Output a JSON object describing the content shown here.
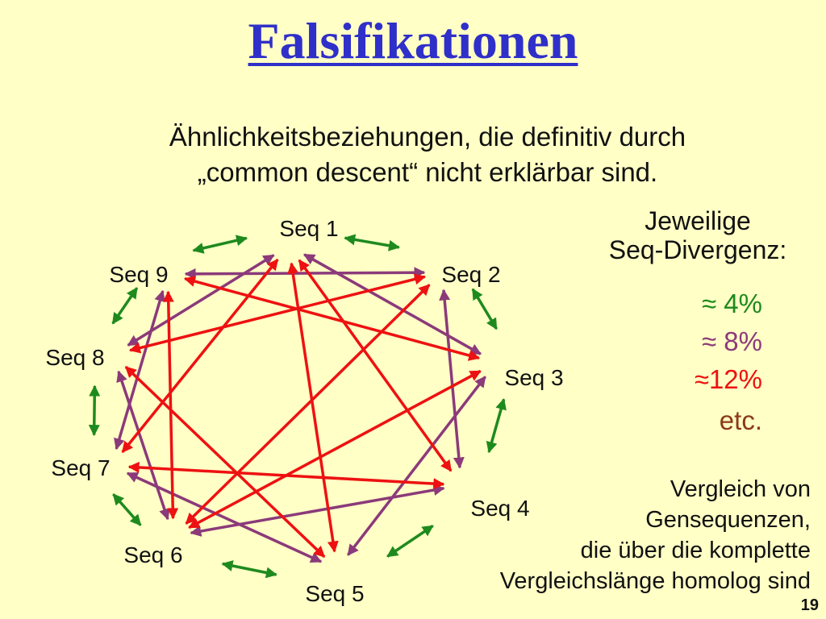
{
  "title": "Falsifikationen",
  "subtitle": {
    "line1": "Ähnlichkeitsbeziehungen, die definitiv durch",
    "line2": "„common descent“ nicht erklärbar sind."
  },
  "diagram": {
    "nodes": [
      "Seq 1",
      "Seq 2",
      "Seq 3",
      "Seq 4",
      "Seq 5",
      "Seq 6",
      "Seq 7",
      "Seq 8",
      "Seq 9"
    ],
    "connections": {
      "green_step1": [
        [
          1,
          2
        ],
        [
          2,
          3
        ],
        [
          3,
          4
        ],
        [
          4,
          5
        ],
        [
          5,
          6
        ],
        [
          6,
          7
        ],
        [
          7,
          8
        ],
        [
          8,
          9
        ],
        [
          9,
          1
        ]
      ],
      "purple_step2": [
        [
          1,
          3
        ],
        [
          2,
          4
        ],
        [
          3,
          5
        ],
        [
          4,
          6
        ],
        [
          5,
          7
        ],
        [
          6,
          8
        ],
        [
          7,
          9
        ],
        [
          8,
          1
        ],
        [
          9,
          2
        ]
      ],
      "red_step3_4": [
        [
          1,
          4
        ],
        [
          1,
          5
        ],
        [
          1,
          7
        ],
        [
          2,
          6
        ],
        [
          2,
          8
        ],
        [
          3,
          6
        ],
        [
          3,
          9
        ],
        [
          4,
          7
        ],
        [
          5,
          8
        ],
        [
          6,
          9
        ]
      ]
    }
  },
  "legend": {
    "heading_line1": "Jeweilige",
    "heading_line2": "Seq-Divergenz:",
    "items": [
      {
        "label": "≈  4%",
        "color": "#1e8a1e"
      },
      {
        "label": "≈  8%",
        "color": "#8b3a7a"
      },
      {
        "label": "≈12%",
        "color": "#ee1111"
      },
      {
        "label": "etc.",
        "color": "#8b3a1a"
      }
    ]
  },
  "note": {
    "line1": "Vergleich von",
    "line2": "Gensequenzen,",
    "line3": "die über die komplette",
    "line4": "Vergleichslänge homolog sind"
  },
  "page_number": "19",
  "colors": {
    "background": "#ffffc6",
    "title": "#2f2fc9",
    "green": "#1e8a1e",
    "purple": "#8b3a7a",
    "red": "#ee1111"
  }
}
